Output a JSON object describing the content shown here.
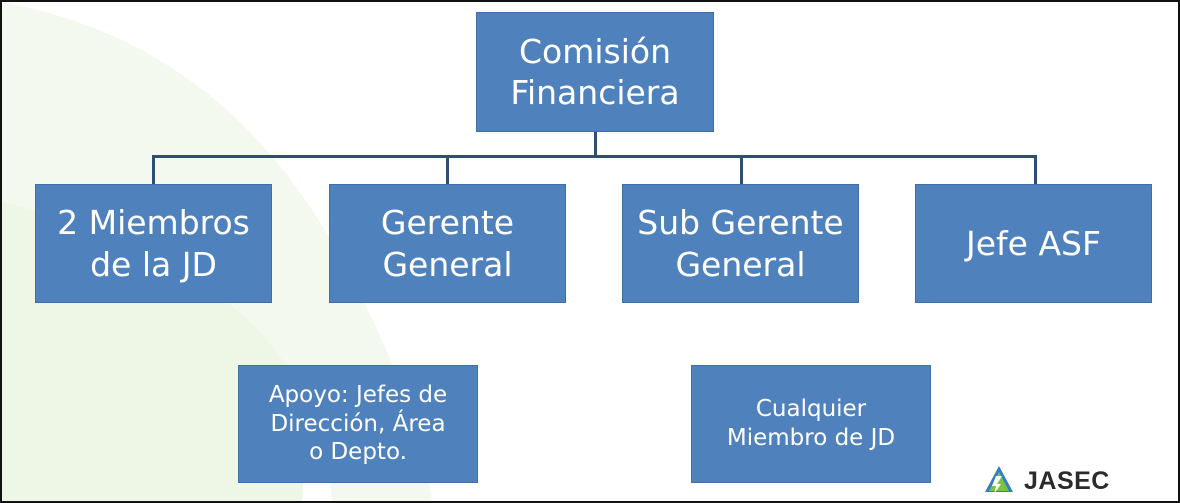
{
  "top_node": {
    "label": "Comisión\nFinanciera"
  },
  "level2": [
    {
      "label": "2 Miembros\nde la JD"
    },
    {
      "label": "Gerente\nGeneral"
    },
    {
      "label": "Sub Gerente\nGeneral"
    },
    {
      "label": "Jefe ASF"
    }
  ],
  "support": [
    {
      "label": "Apoyo: Jefes de\nDirección, Área\no Depto."
    },
    {
      "label": "Cualquier\nMiembro de JD"
    }
  ],
  "logo": {
    "text": "JASEC"
  },
  "colors": {
    "node_fill": "#4f81bd",
    "node_text": "#ffffff",
    "connector": "#2f4f72",
    "background_swirl": "#eef6e6"
  }
}
